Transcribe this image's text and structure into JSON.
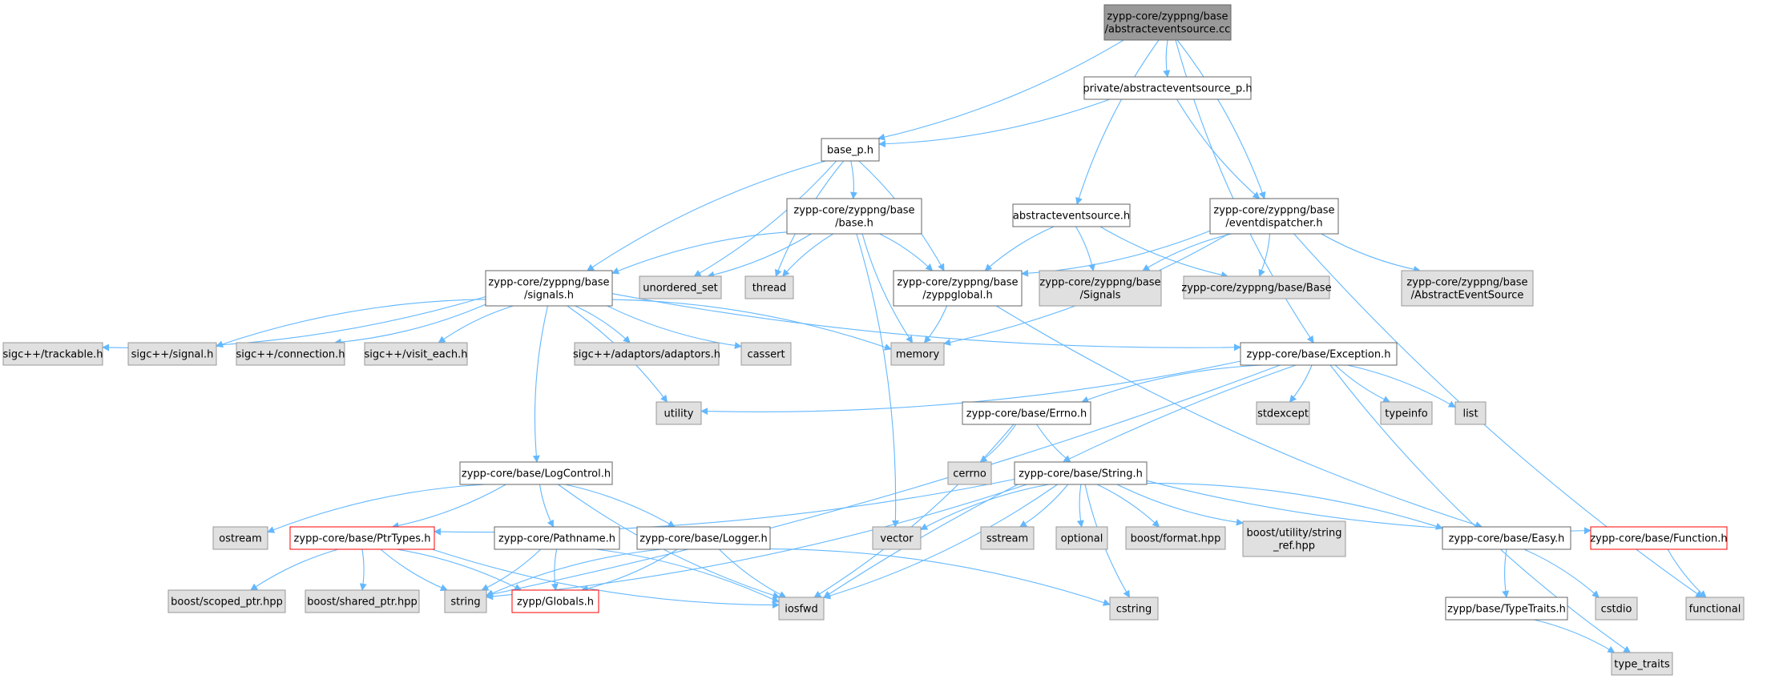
{
  "nodes": [
    {
      "id": "root",
      "lines": [
        "zypp-core/zyppng/base",
        "/abstracteventsource.cc"
      ],
      "kind": "root"
    },
    {
      "id": "priv",
      "lines": [
        "private/abstracteventsource_p.h"
      ],
      "kind": "doc"
    },
    {
      "id": "basep",
      "lines": [
        "base_p.h"
      ],
      "kind": "doc"
    },
    {
      "id": "base",
      "lines": [
        "zypp-core/zyppng/base",
        "/base.h"
      ],
      "kind": "doc"
    },
    {
      "id": "aes",
      "lines": [
        "abstracteventsource.h"
      ],
      "kind": "doc"
    },
    {
      "id": "evd",
      "lines": [
        "zypp-core/zyppng/base",
        "/eventdispatcher.h"
      ],
      "kind": "doc"
    },
    {
      "id": "sig",
      "lines": [
        "zypp-core/zyppng/base",
        "/signals.h"
      ],
      "kind": "doc"
    },
    {
      "id": "uset",
      "lines": [
        "unordered_set"
      ],
      "kind": "ext"
    },
    {
      "id": "thread",
      "lines": [
        "thread"
      ],
      "kind": "ext"
    },
    {
      "id": "zglob",
      "lines": [
        "zypp-core/zyppng/base",
        "/zyppglobal.h"
      ],
      "kind": "doc"
    },
    {
      "id": "sigs",
      "lines": [
        "zypp-core/zyppng/base",
        "/Signals"
      ],
      "kind": "ext"
    },
    {
      "id": "bbase",
      "lines": [
        "zypp-core/zyppng/base/Base"
      ],
      "kind": "ext"
    },
    {
      "id": "aesx",
      "lines": [
        "zypp-core/zyppng/base",
        "/AbstractEventSource"
      ],
      "kind": "ext"
    },
    {
      "id": "trk",
      "lines": [
        "sigc++/trackable.h"
      ],
      "kind": "ext"
    },
    {
      "id": "ssig",
      "lines": [
        "sigc++/signal.h"
      ],
      "kind": "ext"
    },
    {
      "id": "conn",
      "lines": [
        "sigc++/connection.h"
      ],
      "kind": "ext"
    },
    {
      "id": "visit",
      "lines": [
        "sigc++/visit_each.h"
      ],
      "kind": "ext"
    },
    {
      "id": "adapt",
      "lines": [
        "sigc++/adaptors/adaptors.h"
      ],
      "kind": "ext"
    },
    {
      "id": "cassert",
      "lines": [
        "cassert"
      ],
      "kind": "ext"
    },
    {
      "id": "memory",
      "lines": [
        "memory"
      ],
      "kind": "ext"
    },
    {
      "id": "exc",
      "lines": [
        "zypp-core/base/Exception.h"
      ],
      "kind": "doc"
    },
    {
      "id": "utility",
      "lines": [
        "utility"
      ],
      "kind": "ext"
    },
    {
      "id": "errno",
      "lines": [
        "zypp-core/base/Errno.h"
      ],
      "kind": "doc"
    },
    {
      "id": "stdexcept",
      "lines": [
        "stdexcept"
      ],
      "kind": "ext"
    },
    {
      "id": "typeinfo",
      "lines": [
        "typeinfo"
      ],
      "kind": "ext"
    },
    {
      "id": "list",
      "lines": [
        "list"
      ],
      "kind": "ext"
    },
    {
      "id": "cerrno",
      "lines": [
        "cerrno"
      ],
      "kind": "ext"
    },
    {
      "id": "logc",
      "lines": [
        "zypp-core/base/LogControl.h"
      ],
      "kind": "doc"
    },
    {
      "id": "str",
      "lines": [
        "zypp-core/base/String.h"
      ],
      "kind": "doc"
    },
    {
      "id": "ostream",
      "lines": [
        "ostream"
      ],
      "kind": "ext"
    },
    {
      "id": "ptrt",
      "lines": [
        "zypp-core/base/PtrTypes.h"
      ],
      "kind": "red"
    },
    {
      "id": "pathn",
      "lines": [
        "zypp-core/Pathname.h"
      ],
      "kind": "doc"
    },
    {
      "id": "logger",
      "lines": [
        "zypp-core/base/Logger.h"
      ],
      "kind": "doc"
    },
    {
      "id": "vector",
      "lines": [
        "vector"
      ],
      "kind": "ext"
    },
    {
      "id": "sstream",
      "lines": [
        "sstream"
      ],
      "kind": "ext"
    },
    {
      "id": "optional",
      "lines": [
        "optional"
      ],
      "kind": "ext"
    },
    {
      "id": "bfmt",
      "lines": [
        "boost/format.hpp"
      ],
      "kind": "ext"
    },
    {
      "id": "bstrref",
      "lines": [
        "boost/utility/string",
        "_ref.hpp"
      ],
      "kind": "ext"
    },
    {
      "id": "easy",
      "lines": [
        "zypp-core/base/Easy.h"
      ],
      "kind": "doc"
    },
    {
      "id": "func",
      "lines": [
        "zypp-core/base/Function.h"
      ],
      "kind": "red"
    },
    {
      "id": "bscoped",
      "lines": [
        "boost/scoped_ptr.hpp"
      ],
      "kind": "ext"
    },
    {
      "id": "bshared",
      "lines": [
        "boost/shared_ptr.hpp"
      ],
      "kind": "ext"
    },
    {
      "id": "string",
      "lines": [
        "string"
      ],
      "kind": "ext"
    },
    {
      "id": "globals",
      "lines": [
        "zypp/Globals.h"
      ],
      "kind": "red"
    },
    {
      "id": "iosfwd",
      "lines": [
        "iosfwd"
      ],
      "kind": "ext"
    },
    {
      "id": "cstring",
      "lines": [
        "cstring"
      ],
      "kind": "ext"
    },
    {
      "id": "ttraitsh",
      "lines": [
        "zypp/base/TypeTraits.h"
      ],
      "kind": "doc"
    },
    {
      "id": "cstdio",
      "lines": [
        "cstdio"
      ],
      "kind": "ext"
    },
    {
      "id": "functional",
      "lines": [
        "functional"
      ],
      "kind": "ext"
    },
    {
      "id": "ttraits",
      "lines": [
        "type_traits"
      ],
      "kind": "ext"
    }
  ],
  "edges": [
    [
      "root",
      "priv"
    ],
    [
      "root",
      "basep"
    ],
    [
      "root",
      "aes"
    ],
    [
      "root",
      "evd"
    ],
    [
      "root",
      "exc"
    ],
    [
      "priv",
      "basep"
    ],
    [
      "priv",
      "evd"
    ],
    [
      "basep",
      "base"
    ],
    [
      "basep",
      "sig"
    ],
    [
      "basep",
      "uset"
    ],
    [
      "basep",
      "thread"
    ],
    [
      "basep",
      "zglob"
    ],
    [
      "base",
      "sig"
    ],
    [
      "base",
      "uset"
    ],
    [
      "base",
      "thread"
    ],
    [
      "base",
      "zglob"
    ],
    [
      "base",
      "memory"
    ],
    [
      "base",
      "vector"
    ],
    [
      "aes",
      "zglob"
    ],
    [
      "aes",
      "sigs"
    ],
    [
      "aes",
      "bbase"
    ],
    [
      "evd",
      "zglob"
    ],
    [
      "evd",
      "sigs"
    ],
    [
      "evd",
      "bbase"
    ],
    [
      "evd",
      "aesx"
    ],
    [
      "evd",
      "memory"
    ],
    [
      "evd",
      "functional"
    ],
    [
      "zglob",
      "memory"
    ],
    [
      "zglob",
      "easy"
    ],
    [
      "sig",
      "trk"
    ],
    [
      "sig",
      "ssig"
    ],
    [
      "sig",
      "conn"
    ],
    [
      "sig",
      "visit"
    ],
    [
      "sig",
      "adapt"
    ],
    [
      "sig",
      "cassert"
    ],
    [
      "sig",
      "memory"
    ],
    [
      "sig",
      "exc"
    ],
    [
      "sig",
      "utility"
    ],
    [
      "sig",
      "logc"
    ],
    [
      "exc",
      "utility"
    ],
    [
      "exc",
      "errno"
    ],
    [
      "exc",
      "stdexcept"
    ],
    [
      "exc",
      "typeinfo"
    ],
    [
      "exc",
      "list"
    ],
    [
      "exc",
      "iosfwd"
    ],
    [
      "exc",
      "string"
    ],
    [
      "exc",
      "ttraits"
    ],
    [
      "errno",
      "cerrno"
    ],
    [
      "errno",
      "str"
    ],
    [
      "errno",
      "iosfwd"
    ],
    [
      "logc",
      "ostream"
    ],
    [
      "logc",
      "ptrt"
    ],
    [
      "logc",
      "pathn"
    ],
    [
      "logc",
      "logger"
    ],
    [
      "logc",
      "iosfwd"
    ],
    [
      "str",
      "ptrt"
    ],
    [
      "str",
      "vector"
    ],
    [
      "str",
      "sstream"
    ],
    [
      "str",
      "optional"
    ],
    [
      "str",
      "bfmt"
    ],
    [
      "str",
      "bstrref"
    ],
    [
      "str",
      "easy"
    ],
    [
      "str",
      "func"
    ],
    [
      "str",
      "iosfwd"
    ],
    [
      "str",
      "cstring"
    ],
    [
      "str",
      "string"
    ],
    [
      "ptrt",
      "bscoped"
    ],
    [
      "ptrt",
      "bshared"
    ],
    [
      "ptrt",
      "string"
    ],
    [
      "ptrt",
      "globals"
    ],
    [
      "ptrt",
      "iosfwd"
    ],
    [
      "pathn",
      "string"
    ],
    [
      "pathn",
      "globals"
    ],
    [
      "pathn",
      "iosfwd"
    ],
    [
      "logger",
      "string"
    ],
    [
      "logger",
      "globals"
    ],
    [
      "logger",
      "iosfwd"
    ],
    [
      "logger",
      "cstring"
    ],
    [
      "easy",
      "ttraitsh"
    ],
    [
      "easy",
      "cstdio"
    ],
    [
      "func",
      "functional"
    ],
    [
      "ttraitsh",
      "ttraits"
    ]
  ],
  "colors": {
    "edge": "#63b8ff",
    "root_fill": "#999999",
    "doc_fill": "#ffffff",
    "ext_fill": "#e0e0e0",
    "border": "#666666",
    "red_border": "#ff0000",
    "ext_border": "#999999",
    "text": "#000000"
  }
}
